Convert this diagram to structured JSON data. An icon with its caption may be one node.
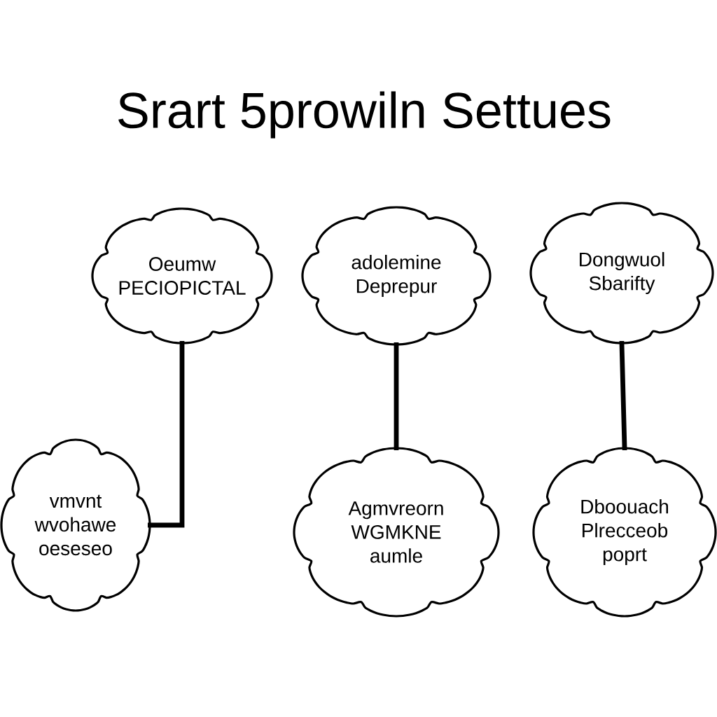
{
  "diagram": {
    "title": "Srart 5prowiln Settues",
    "nodes": [
      {
        "text": [
          "Oeumw",
          "PECIOPICTAL"
        ]
      },
      {
        "text": [
          "adolemine",
          "Deprepur"
        ]
      },
      {
        "text": [
          "Dongwuol",
          "Sbarifty"
        ]
      },
      {
        "text": [
          "vmvnt",
          "wvohawe",
          "oeseseo"
        ]
      },
      {
        "text": [
          "Agmvreorn",
          "WGMKNE",
          "aumle"
        ]
      },
      {
        "text": [
          "Dboouach",
          "Plrecceob",
          "poprt"
        ]
      }
    ],
    "edges": [
      {
        "from": 0,
        "to": 3,
        "arrow": "none"
      },
      {
        "from": 1,
        "to": 4,
        "arrow": "none"
      },
      {
        "from": 2,
        "to": 5,
        "arrow": "none"
      }
    ]
  }
}
